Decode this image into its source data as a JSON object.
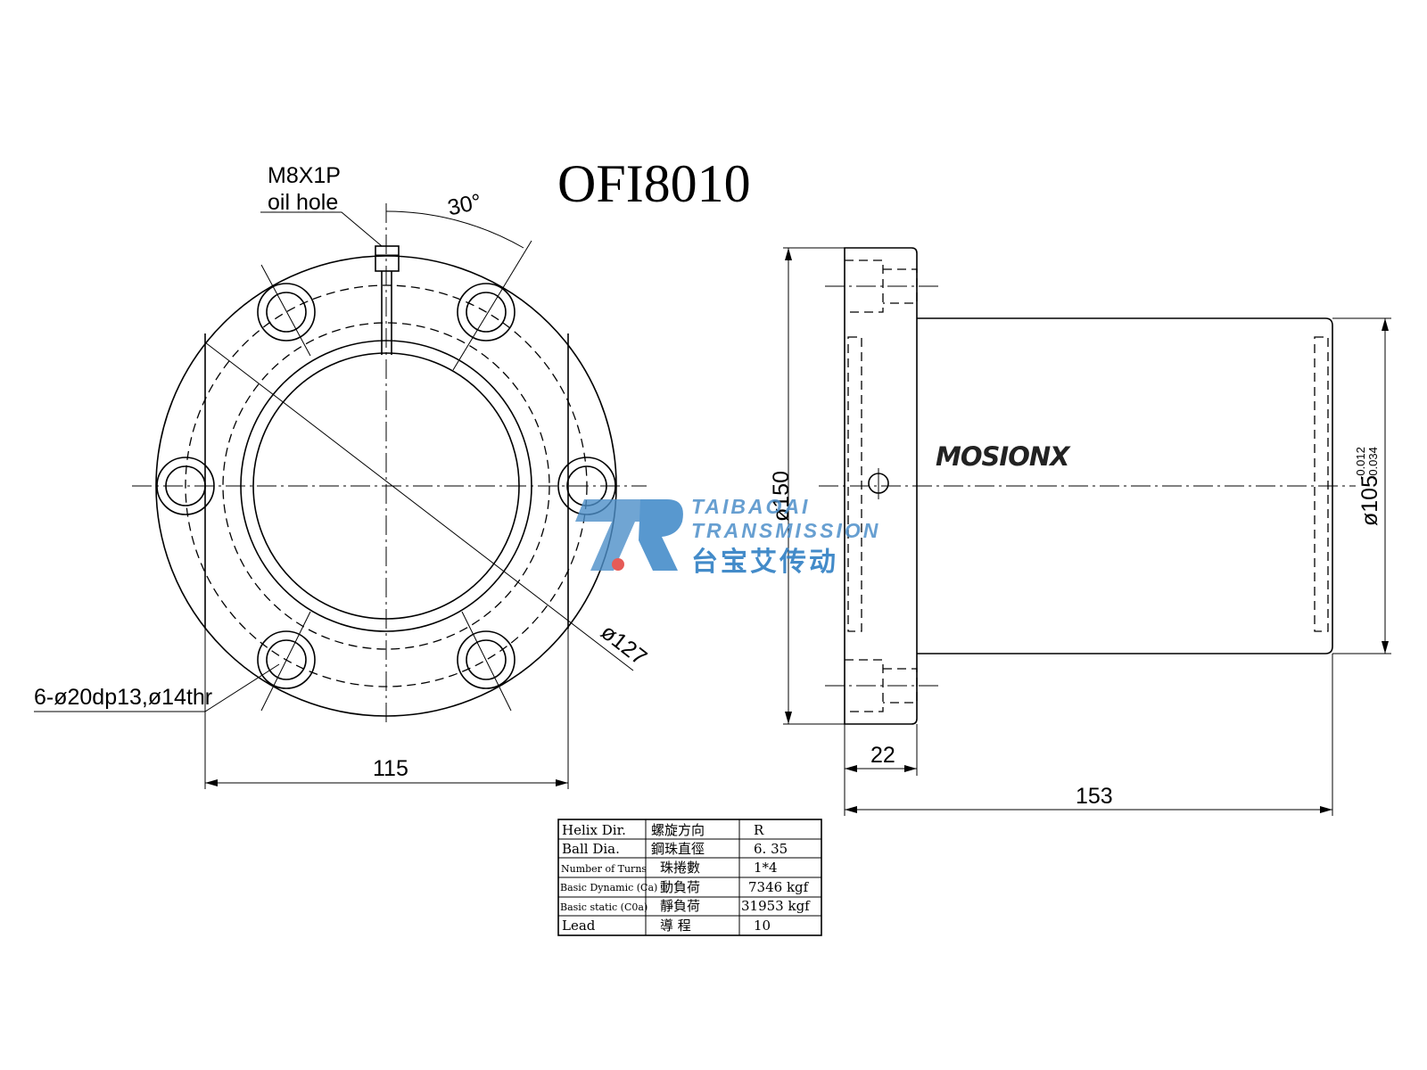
{
  "title": "OFI8010",
  "front_view": {
    "oil_hole_thread": "M8X1P",
    "oil_hole_label": "oil hole",
    "angle": "30°",
    "pcd": "ø127",
    "hole_spec": "6-ø20dp13,ø14thr",
    "width": "115"
  },
  "side_view": {
    "flange_diameter": "ø150",
    "body_diameter": "ø105",
    "tolerance_upper": "-0.012",
    "tolerance_lower": "-0.034",
    "flange_thickness": "22",
    "total_length": "153",
    "brand_mark": "MOSIONX"
  },
  "watermark": {
    "name_en_1": "TAIBAOAI",
    "name_en_2": "TRANSMISSION",
    "name_cn": "台宝艾传动"
  },
  "spec_table": [
    {
      "en": "Helix  Dir.",
      "cn": "螺旋方向",
      "value": "R"
    },
    {
      "en": "Ball Dia.",
      "cn": "鋼珠直徑",
      "value": "6. 35"
    },
    {
      "en": "Number of Turns",
      "cn": "珠捲數",
      "value": "1*4"
    },
    {
      "en": "Basic Dynamic (Ca)",
      "cn": "動負荷",
      "value": "7346 kgf"
    },
    {
      "en": "Basic static (C0a)",
      "cn": "靜負荷",
      "value": "31953 kgf"
    },
    {
      "en": "Lead",
      "cn": "導 程",
      "value": "10"
    }
  ],
  "colors": {
    "line": "#000000",
    "watermark_blue": "#2f7fc4",
    "watermark_red": "#e0332e"
  }
}
